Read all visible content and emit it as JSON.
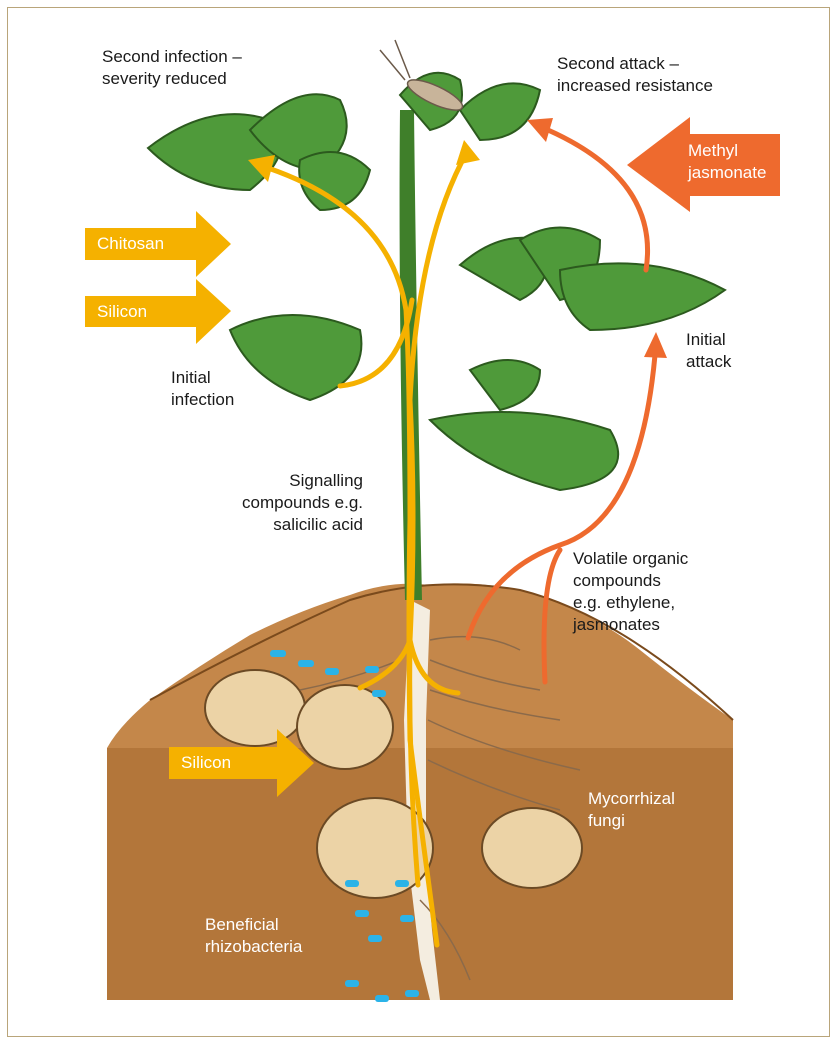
{
  "colors": {
    "frame": "#b9a57a",
    "yellow_arrow": "#f5b100",
    "orange_arrow": "#ee6a2e",
    "soil_dark": "#a6682e",
    "soil_light": "#c4874a",
    "leaf": "#4f9a3a",
    "tuber": "#ecd3a6",
    "bacteria": "#2bb3e8"
  },
  "labels": {
    "second_infection": "Second infection –\nseverity reduced",
    "second_attack": "Second attack –\nincreased resistance",
    "initial_infection": "Initial\ninfection",
    "initial_attack": "Initial\nattack",
    "signalling": "Signalling\ncompounds e.g.\nsalicilic acid",
    "volatile": "Volatile organic\ncompounds\ne.g. ethylene,\njasmonates",
    "mycorrhizal": "Mycorrhizal\nfungi",
    "rhizobacteria": "Beneficial\nrhizobacteria"
  },
  "treatments": {
    "chitosan": "Chitosan",
    "silicon_upper": "Silicon",
    "silicon_lower": "Silicon",
    "methyl_jasmonate": "Methyl\njasmonate"
  }
}
